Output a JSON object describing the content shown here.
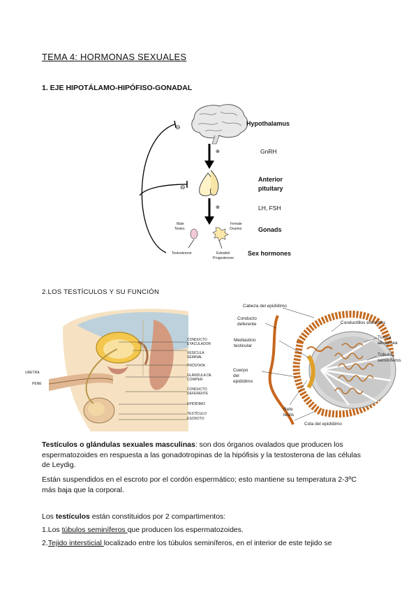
{
  "title": "TEMA 4: HORMONAS SEXUALES",
  "section1": {
    "heading": "1. EJE HIPOTÁLAMO-HIPÓFISO-GONADAL",
    "labels": {
      "hypothalamus": "Hypothalamus",
      "gnrh": "GnRH",
      "anterior": "Anterior",
      "pituitary": "pituitary",
      "lh_fsh": "LH, FSH",
      "gonads": "Gonads",
      "sex_hormones": "Sex hormones",
      "male": "Male",
      "testes": "Testes",
      "female": "Female",
      "ovaries": "Ovaries",
      "testosterone": "Testosterone",
      "estradiol": "Estradiol",
      "progesterone": "Progesterone",
      "plus": "⊕",
      "minus": "⊖"
    }
  },
  "section2": {
    "heading": "2.LOS TESTÍCULOS Y SU FUNCIÓN",
    "left_labels": {
      "conducto_eyaculador_1": "CONDUCTO",
      "conducto_eyaculador_2": "EYACULADOR",
      "vesicula_1": "VESÍCULA",
      "vesicula_2": "SEMINAL",
      "prostata": "PRÓSTATA",
      "glandula_1": "GLÁNDULA DE",
      "glandula_2": "COWPER",
      "conducto_deferente_1": "CONDUCTO",
      "conducto_deferente_2": "DEFERENTE",
      "epididimo": "EPIDÍDIMO",
      "testiculo": "TESTÍCULO",
      "escroto": "ESCROTO",
      "uretra": "URETRA",
      "pene": "PENE"
    },
    "right_labels": {
      "cabeza": "Cabeza del epidídimo",
      "conducto_1": "Conducto",
      "conducto_2": "deferente",
      "conductillos": "Conductillos eferentes",
      "mediastino_1": "Mediastino",
      "mediastino_2": "testicular",
      "tunica_1": "Túnica",
      "tunica_2": "albugínea",
      "tubulos_1": "Túbulos",
      "tubulos_2": "seminíferos",
      "cuerpo_1": "Cuerpo",
      "cuerpo_2": "del",
      "cuerpo_3": "epidídimo",
      "rete_1": "Rete",
      "rete_2": "testis",
      "cola": "Cola del epidídimo"
    }
  },
  "text": {
    "p1_bold": "Testículos o glándulas sexuales masculinas",
    "p1_rest_a": ": son dos órganos ovalados que producen los",
    "p1_line2": "espermatozoides en respuesta a las gonadotropinas de la hipófisis y la testosterona de las células",
    "p1_line3": "de Leydig.",
    "p2_line1": "Están suspendidos en el escroto por el cordón espermático; esto mantiene su temperatura 2-3ºC",
    "p2_line2": "más baja que la corporal.",
    "p3_pre": "Los ",
    "p3_bold": "testículos",
    "p3_post": " están constituidos por 2 compartimentos:",
    "l1_num": "1.Los ",
    "l1_u": "túbulos seminíferos ",
    "l1_rest": "que producen los espermatozoides.",
    "l2_num": "2.",
    "l2_u": "Tejido intersticial ",
    "l2_rest": "localizado entre los túbulos seminíferos, en el interior de este tejido se"
  }
}
